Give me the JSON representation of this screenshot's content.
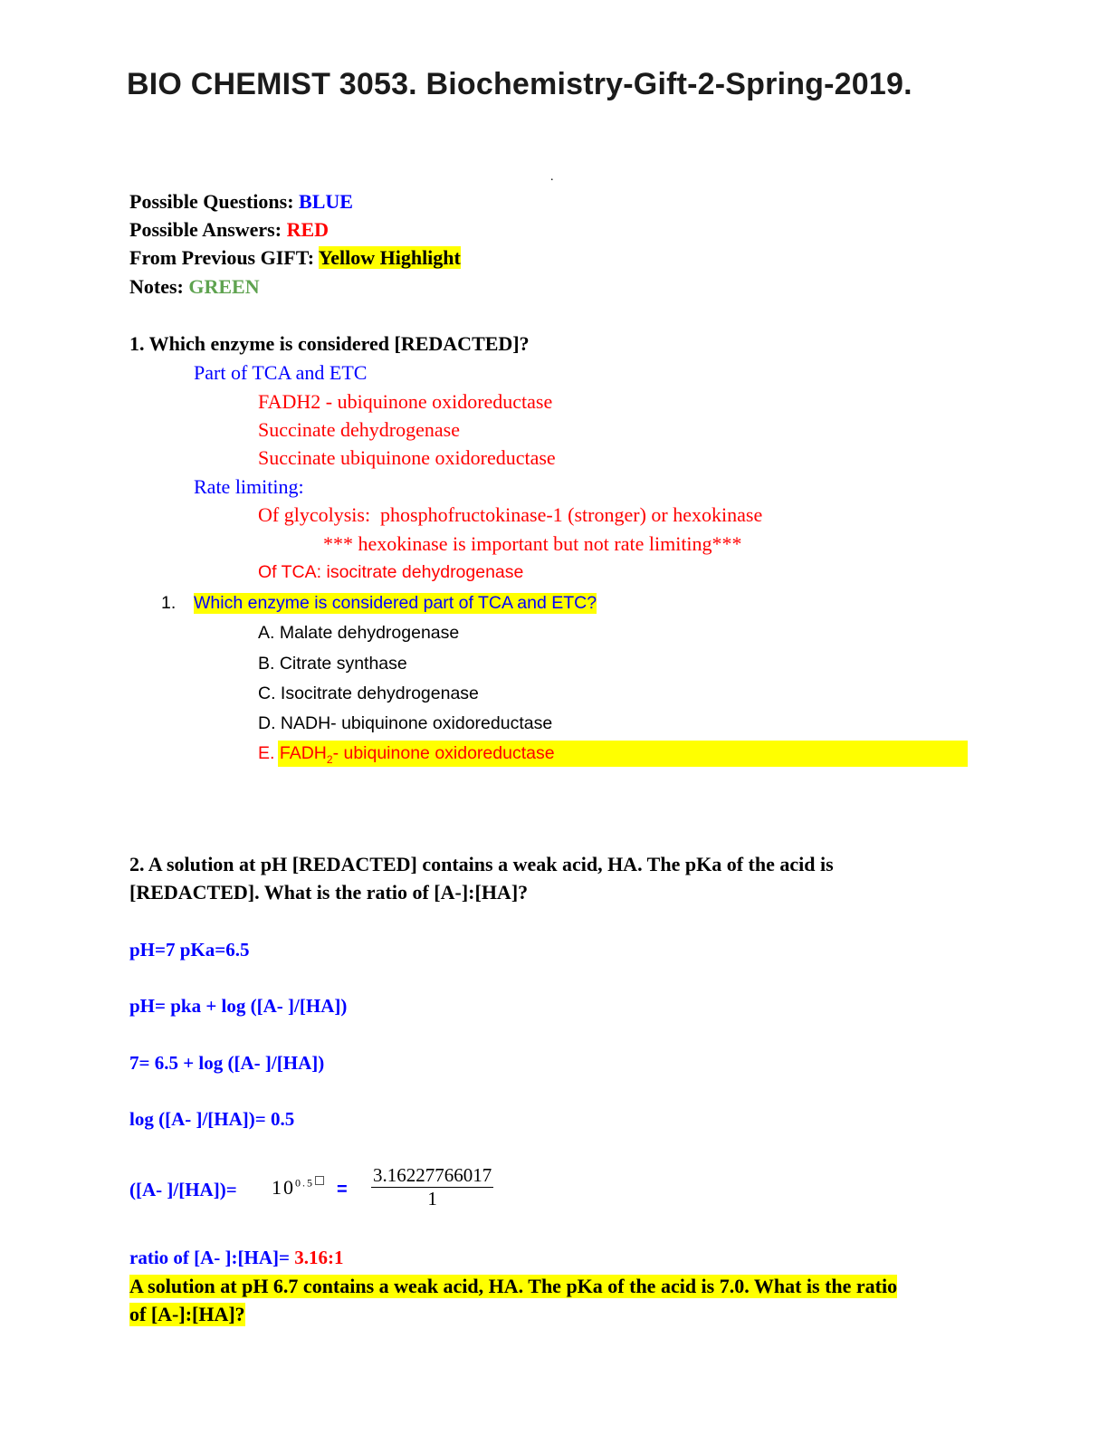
{
  "document": {
    "title": "BIO CHEMIST 3053. Biochemistry-Gift-2-Spring-2019.",
    "stray_mark": "."
  },
  "legend": {
    "questions_label": "Possible Questions:",
    "questions_value": "BLUE",
    "answers_label": "Possible Answers:",
    "answers_value": "RED",
    "previous_label": "From Previous GIFT:",
    "previous_value": "Yellow Highlight",
    "notes_label": "Notes:",
    "notes_value": "GREEN"
  },
  "q1": {
    "heading": "1. Which enzyme is considered [REDACTED]?",
    "part_label": "Part of TCA and ETC",
    "part_answers": [
      "FADH2 - ubiquinone oxidoreductase",
      "Succinate dehydrogenase",
      "Succinate ubiquinone oxidoreductase"
    ],
    "rate_label": "Rate limiting:",
    "rate_glycolysis": "Of glycolysis:  phosphofructokinase-1 (stronger) or hexokinase",
    "rate_note": "*** hexokinase is important but not rate limiting***",
    "rate_tca": "Of TCA: isocitrate dehydrogenase",
    "prev_number": "1.",
    "prev_question": "Which enzyme is considered part of TCA and ETC?",
    "options": [
      "A. Malate dehydrogenase",
      "B. Citrate synthase",
      "C. Isocitrate dehydrogenase",
      "D. NADH- ubiquinone oxidoreductase"
    ],
    "answer_letter": "E.",
    "answer_main": "FADH",
    "answer_sub": "2",
    "answer_rest": "- ubiquinone oxidoreductase"
  },
  "q2": {
    "heading_line1": "2. A solution at pH [REDACTED] contains a weak acid, HA. The pKa of the acid is",
    "heading_line2": "[REDACTED]. What is the ratio of [A-]:[HA]?",
    "given": "pH=7 pKa=6.5",
    "eq1": "pH= pka + log ([A- ]/[HA])",
    "eq2": "7= 6.5 + log ([A- ]/[HA])",
    "eq3": "log ([A- ]/[HA])= 0.5",
    "eq4_left": "([A- ]/[HA])=",
    "eq4_base": "10",
    "eq4_exp": "0.5",
    "eq4_equals": "=",
    "eq4_numerator": "3.16227766017",
    "eq4_denominator": "1",
    "ratio_label": "ratio of [A- ]:[HA]=",
    "ratio_value": "3.16:1",
    "prev_line1": "A solution at pH 6.7 contains a weak acid, HA. The pKa of the acid is 7.0. What is the ratio",
    "prev_line2": "of [A-]:[HA]?"
  },
  "colors": {
    "question": "#0000ff",
    "answer": "#ff0000",
    "highlight": "#ffff00",
    "notes": "#5fa350"
  }
}
